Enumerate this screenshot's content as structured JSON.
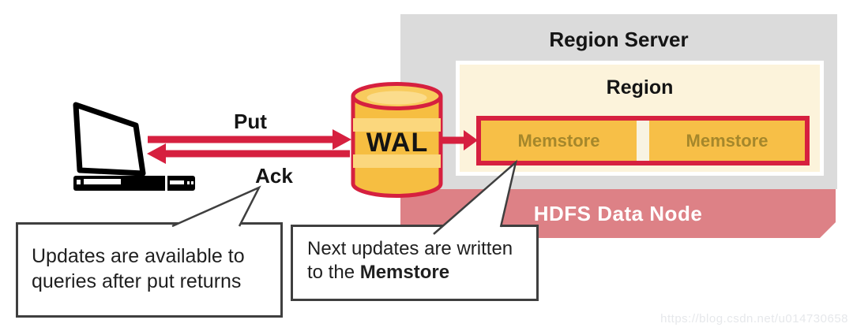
{
  "labels": {
    "put": "Put",
    "ack": "Ack",
    "wal": "WAL",
    "region_server": "Region Server",
    "region": "Region",
    "hdfs": "HDFS Data Node"
  },
  "memstores": [
    "Memstore",
    "Memstore"
  ],
  "callouts": [
    {
      "line1": "Updates are available to",
      "line2": "queries after put returns"
    },
    {
      "line1": "Next updates are written",
      "line2_prefix": "to the ",
      "line2_bold": "Memstore"
    }
  ],
  "watermark": "https://blog.csdn.net/u014730658",
  "colors": {
    "accent_red": "#D6203F",
    "wal_gold": "#F6BE41",
    "memstore_gold": "#F7BF47",
    "region_cream": "#FCF3DB",
    "server_gray": "#DBDBDB",
    "hdfs_band": "#DD8186",
    "memstore_text": "#A5872B"
  }
}
